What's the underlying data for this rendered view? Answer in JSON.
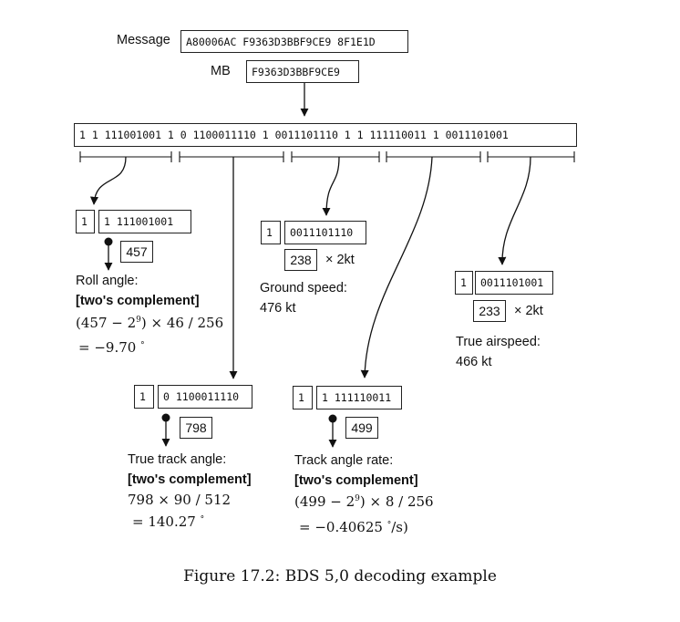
{
  "message": {
    "label": "Message",
    "value": "A80006AC F9363D3BBF9CE9 8F1E1D"
  },
  "mb": {
    "label": "MB",
    "value": "F9363D3BBF9CE9"
  },
  "bits": "1 1 111001001 1 0 1100011110 1 0011101110 1 1 111110011 1 0011101001",
  "roll": {
    "sign_bit": "1",
    "bits": "1 111001001",
    "decimal": "457",
    "label": "Roll angle:",
    "method": "[two's complement]",
    "formula_a": "(457 − 2",
    "formula_exp": "9",
    "formula_b": ") × 46 / 256",
    "result": "= −9.70",
    "unit": "°"
  },
  "ground_speed": {
    "status_bit": "1",
    "bits": "0011101110",
    "decimal": "238",
    "multiplier": "× 2kt",
    "label": "Ground speed:",
    "value": "476 kt"
  },
  "airspeed": {
    "status_bit": "1",
    "bits": "0011101001",
    "decimal": "233",
    "multiplier": "× 2kt",
    "label": "True airspeed:",
    "value": "466 kt"
  },
  "track": {
    "status_bit": "1",
    "bits": "0 1100011110",
    "decimal": "798",
    "label": "True track angle:",
    "method": "[two's complement]",
    "formula": "798 × 90 / 512",
    "result": "= 140.27",
    "unit": "°"
  },
  "track_rate": {
    "status_bit": "1",
    "bits": "1 111110011",
    "decimal": "499",
    "label": "Track angle rate:",
    "method": "[two's complement]",
    "formula_a": "(499 − 2",
    "formula_exp": "9",
    "formula_b": ") × 8 / 256",
    "result": "= −0.40625",
    "unit": "°",
    "unit_tail": "/s)"
  },
  "caption": "Figure 17.2: BDS 5,0 decoding example"
}
